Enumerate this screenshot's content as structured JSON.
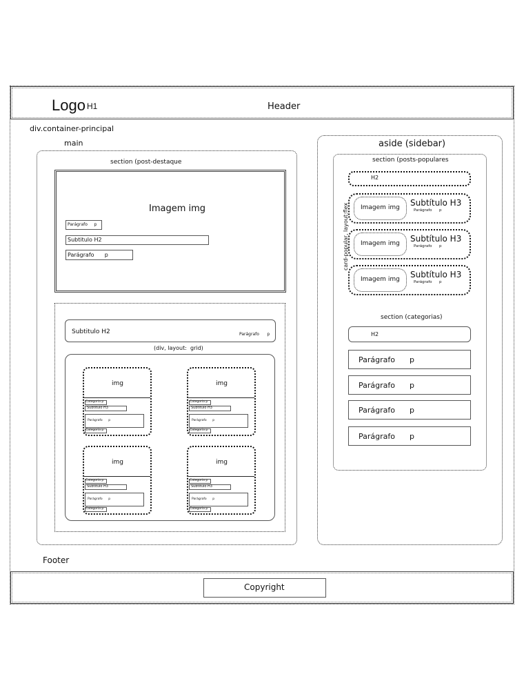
{
  "header": {
    "logo": "Logo",
    "logo_tag": "H1",
    "label": "Header"
  },
  "container_label": "div.container-principal",
  "main": {
    "label": "main",
    "featured": {
      "label": "section (post-destaque",
      "image": "Imagem img",
      "para_small": "Parágrafo     p",
      "subtitle": "Subtitulo H2",
      "para": "Parágrafo      p"
    },
    "list": {
      "subtitle": "Subtitulo H2",
      "para": "Parágrafo      p",
      "grid_label": "(div, layout:  grid)",
      "cards": [
        {
          "img": "img",
          "tag1": "Categoria p",
          "sub": "Subtitulo H3",
          "para": "Parágrafo      p",
          "tag2": "Categoria p"
        },
        {
          "img": "img",
          "tag1": "Categoria p",
          "sub": "Subtitulo H3",
          "para": "Parágrafo      p",
          "tag2": "Categoria p"
        },
        {
          "img": "img",
          "tag1": "Categoria p",
          "sub": "Subtitulo H3",
          "para": "Parágrafo      p",
          "tag2": "Categoria p"
        },
        {
          "img": "img",
          "tag1": "Categoria p",
          "sub": "Subtitulo H3",
          "para": "Parágrafo      p",
          "tag2": "Categoria p"
        }
      ]
    }
  },
  "aside": {
    "label": "aside (sidebar)",
    "popular": {
      "label": "section (posts-populares",
      "h2": "H2",
      "side_label": "card-popular, layout:flex",
      "cards": [
        {
          "img": "Imagem img",
          "sub": "Subtítulo H3",
          "para": "Parágrafo      p"
        },
        {
          "img": "Imagem img",
          "sub": "Subtítulo H3",
          "para": "Parágrafo      p"
        },
        {
          "img": "Imagem img",
          "sub": "Subtítulo H3",
          "para": "Parágrafo      p"
        }
      ]
    },
    "categories": {
      "label": "section (categorias)",
      "h2": "H2",
      "items": [
        "Parágrafo      p",
        "Parágrafo      p",
        "Parágrafo      p",
        "Parágrafo      p"
      ]
    }
  },
  "footer": {
    "label": "Footer",
    "copyright": "Copyright"
  }
}
